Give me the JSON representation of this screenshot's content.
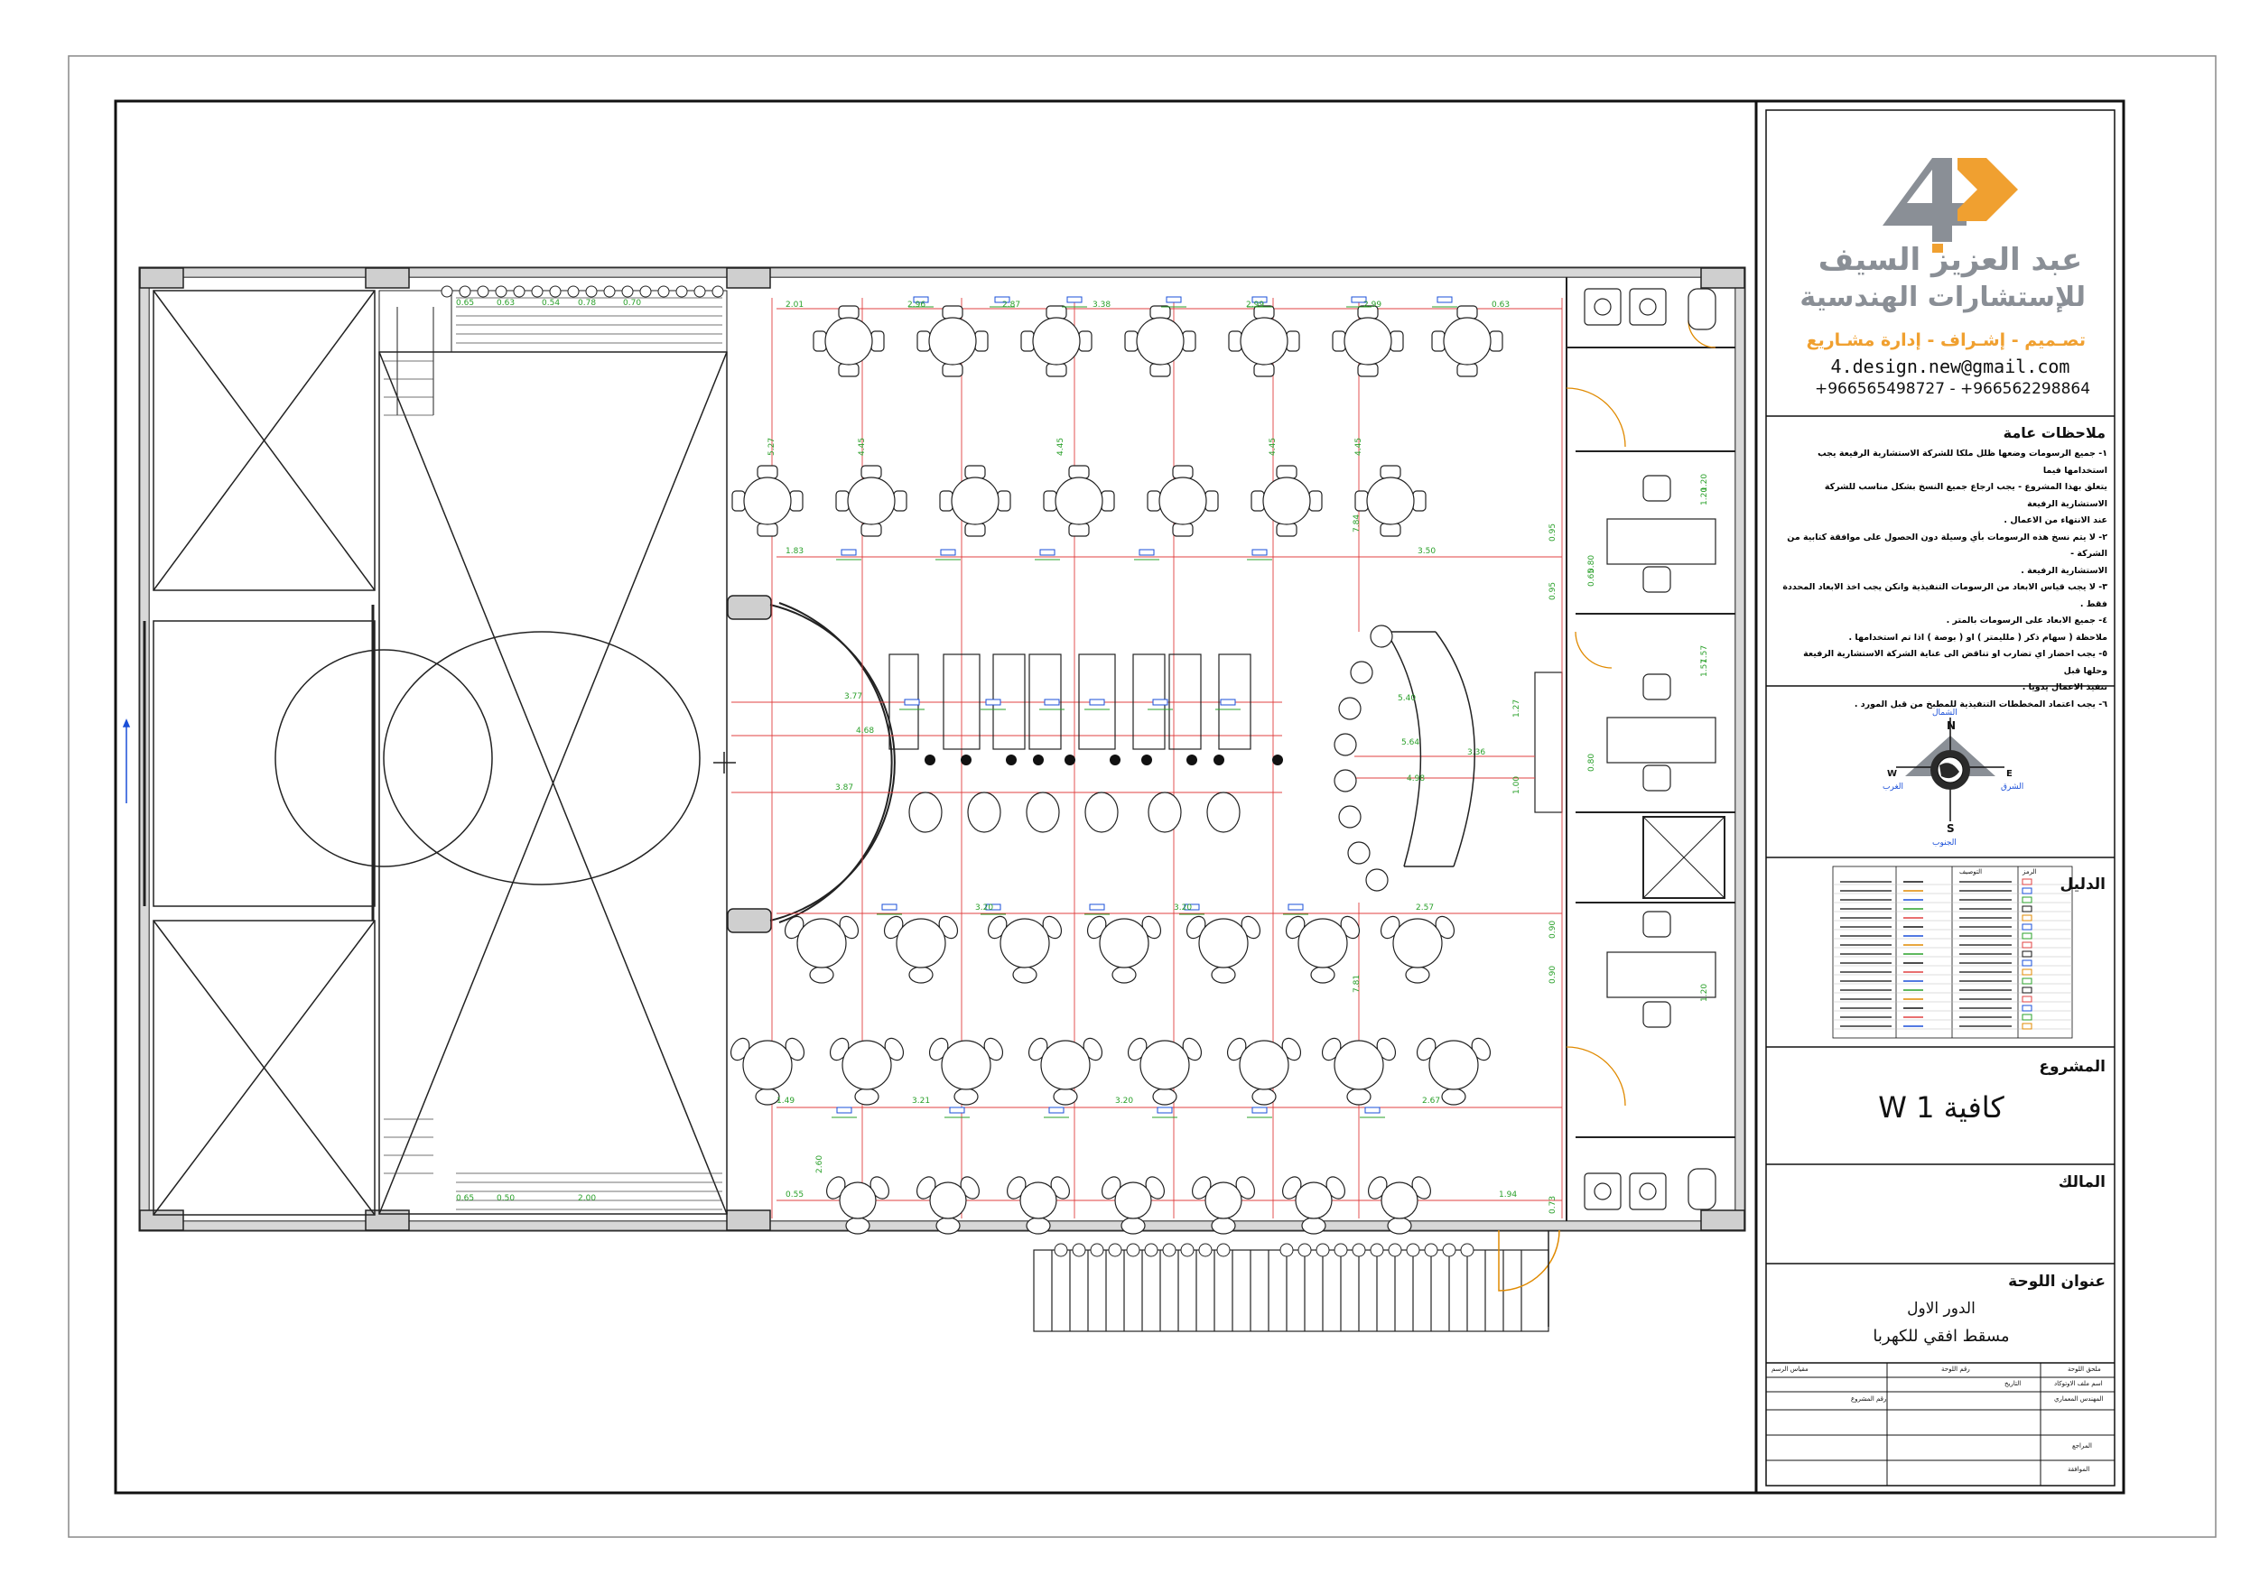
{
  "title_block": {
    "brand_name_line1": "عبد العزيز السيف",
    "brand_name_line2": "للإستشارات الهندسية",
    "brand_services": "تصـميم - إشـراف - إدارة مشـاريع",
    "brand_email": "4.design.new@gmail.com",
    "brand_phones": "+966565498727 - +966562298864",
    "notes_heading": "ملاحظات عامة",
    "notes": [
      "١- جميع الرسومات وضعها ظلل ملكا للشركة الاستشارية الرفيعة يجب استخدامها فيما",
      "يتعلق بهذا المشروع - يجب ارجاع جميع النسخ بشكل مناسب للشركة الاستشارية الرفيعة",
      "عند الانتهاء من الاعمال .",
      "٢- لا يتم نسخ هذه الرسومات بأي وسيلة دون الحصول على موافقة كتابية من الشركة -",
      "الاستشارية الرفيعة .",
      "٣- لا يجب قياس الابعاد من الرسومات التنفيذية وانكن يجب اخذ الابعاد المحددة فقط .",
      "٤- جميع الابعاد على الرسومات بالمتر .",
      "ملاحظة ( سهام ذكر ( ملليمتر ) او ( بوصة ) اذا تم استخدامها .",
      "٥- يجب احضار اي تضارب او تناقض الى عناية الشركة الاستشارية الرفيعة وحلها قبل",
      "تنفيذ الاعمال يدويا .",
      "٦- يجب اعتماد المخططات التنفيذية للمطبخ من قبل المورد ."
    ],
    "legend_heading": "الدليل",
    "legend_col_symbol": "الرمز",
    "legend_col_desc": "التوصيف",
    "project_label": "المشروع",
    "project_value": "كافية W 1",
    "owner_label": "المالك",
    "owner_value": "",
    "sheet_title_label": "عنوان اللوحة",
    "sheet_title_line1": "الدور الاول",
    "sheet_title_line2": "مسقط افقي للكهربا",
    "info_row1": [
      "مقياس الرسم",
      "رقم اللوحة",
      "ملحق اللوحة"
    ],
    "info_row2": [
      "التاريخ",
      "اسم ملف الاوتوكاد"
    ],
    "info_row3": [
      "رقم المشروع",
      "المهندس المعماري"
    ],
    "info_row4": [
      "المراجع"
    ],
    "info_row5": [
      "الموافقة"
    ]
  },
  "compass": {
    "north": "N",
    "south": "S",
    "east": "E",
    "west": "W",
    "north_ar": "الشمال",
    "south_ar": "الجنوب",
    "east_ar": "الشرق",
    "west_ar": "الغرب"
  },
  "dimensions": {
    "top_row": [
      "2.01",
      "2.96",
      "2.87",
      "3.38",
      "2.99",
      "2.99",
      "0.63"
    ],
    "vertical_top": [
      "5.27",
      "4.45",
      "4.45",
      "4.45",
      "4.45",
      "7.84"
    ],
    "upper_mid": [
      "1.83",
      "3.50"
    ],
    "center_left": [
      "3.77",
      "4.68",
      "3.87"
    ],
    "bar_dims": [
      "5.40",
      "5.64",
      "3.36",
      "4.98"
    ],
    "lower_mid": [
      "3.20",
      "3.20",
      "2.57",
      "7.81"
    ],
    "lower_row": [
      "1.49",
      "3.21",
      "3.20",
      "2.67"
    ],
    "bottom_row": [
      "0.55",
      "2.60",
      "1.94"
    ],
    "stair_top": [
      "0.65",
      "0.63",
      "0.54",
      "0.78",
      "0.70"
    ],
    "stair_bottom": [
      "0.65",
      "0.50",
      "2.00"
    ],
    "wc_dims": [
      "0.95",
      "0.80",
      "0.65",
      "0.95",
      "1.20",
      "1.20",
      "1.57",
      "1.57",
      "1.27",
      "0.80",
      "1.00",
      "0.90",
      "0.90",
      "1.20",
      "0.73"
    ]
  },
  "colors": {
    "line": "#1a1a1a",
    "dim_red": "#e04040",
    "door_orange": "#e08a00",
    "blue": "#1a4fd8",
    "green": "#2aa02a",
    "brand_grey": "#8a8f96",
    "brand_orange": "#f0a030"
  }
}
